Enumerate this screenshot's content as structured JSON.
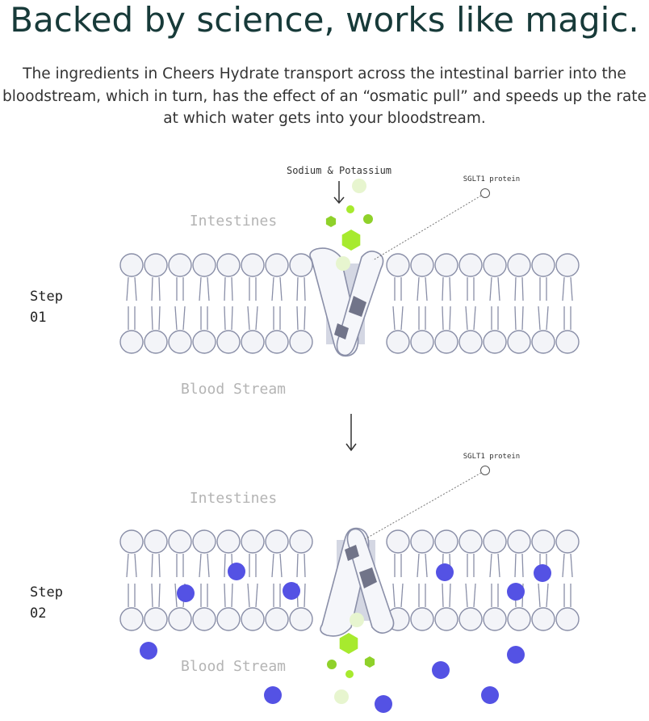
{
  "header": {
    "title": "Backed by science, works like magic.",
    "lead": "The ingredients in Cheers Hydrate transport across the intestinal barrier into the bloodstream, which in turn, has the effect of an “osmatic pull” and speeds up the rate at which water gets into your bloodstream."
  },
  "diagram": {
    "sodium_label": "Sodium & Potassium",
    "protein_label": "SGLT1 protein",
    "intestines_label": "Intestines",
    "blood_label": "Blood Stream",
    "step_word": "Step",
    "step1_number": "01",
    "step2_number": "02"
  },
  "colors": {
    "title": "#173a39",
    "text": "#333333",
    "membrane": "#8a8fa8",
    "head_fill": "#f3f4f8",
    "region_label": "#b4b4b4",
    "lime": "#a7ea2e",
    "lime_dark": "#8fd12a",
    "pale": "#e7f5cf",
    "blue": "#5452e4",
    "protein_inner": "#d4d7e3",
    "protein_dark": "#717489"
  }
}
